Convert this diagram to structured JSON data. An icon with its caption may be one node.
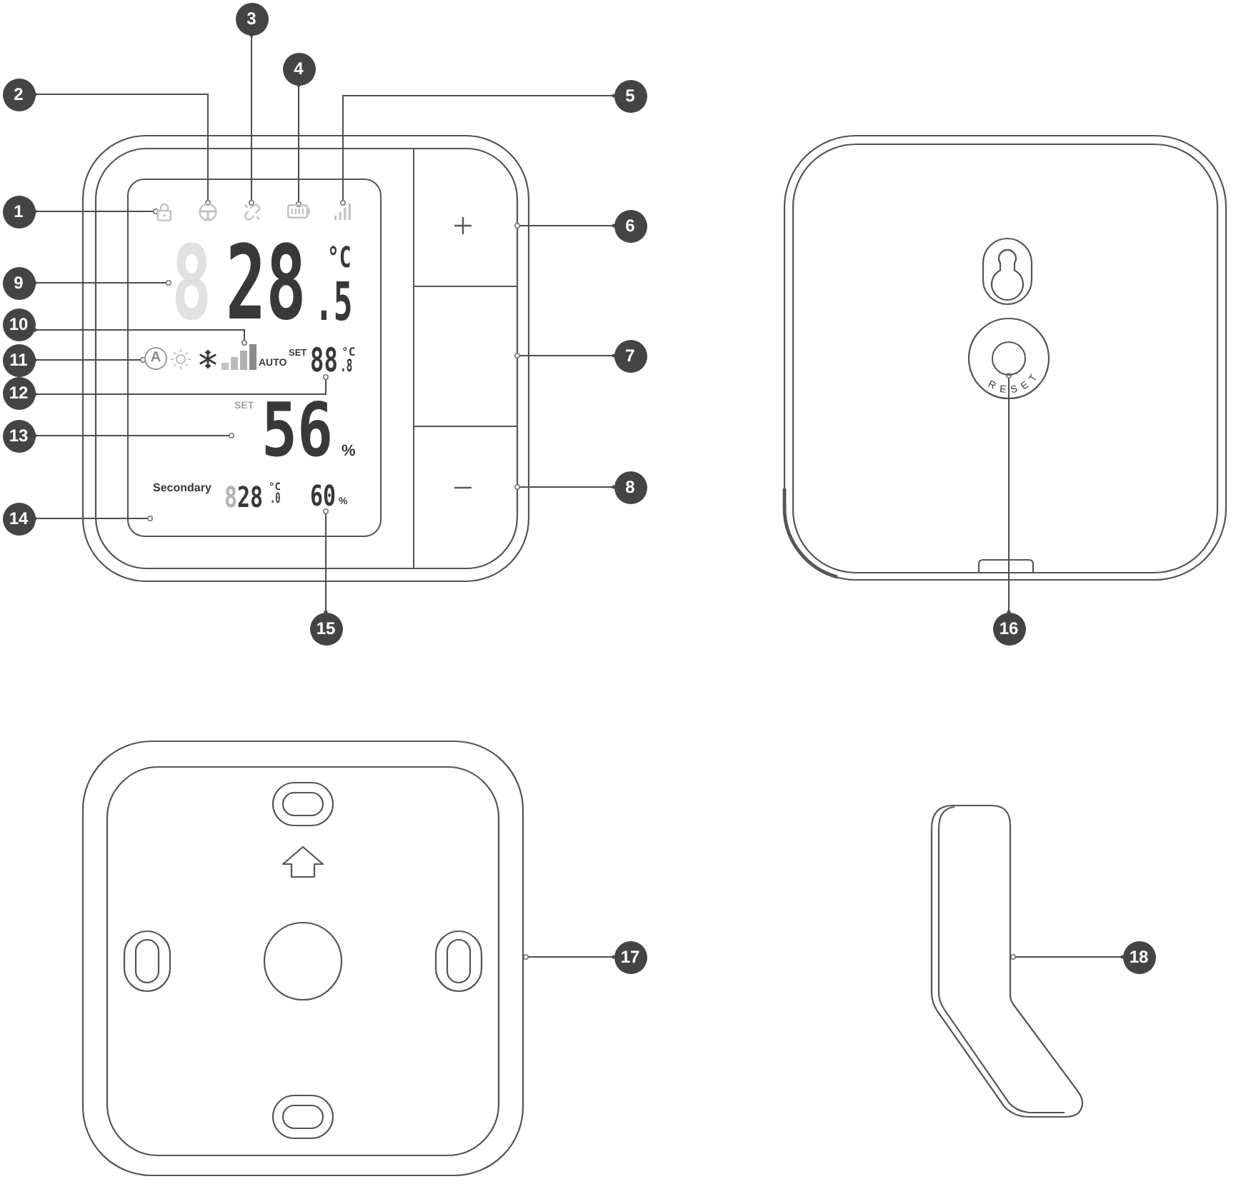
{
  "diagram": {
    "nodes": [
      {
        "text": [
          "1"
        ]
      },
      {
        "text": [
          "2"
        ]
      },
      {
        "text": [
          "3"
        ]
      },
      {
        "text": [
          "4"
        ]
      },
      {
        "text": [
          "5"
        ]
      },
      {
        "text": [
          "6"
        ]
      },
      {
        "text": [
          "7"
        ]
      },
      {
        "text": [
          "8"
        ]
      },
      {
        "text": [
          "9"
        ]
      },
      {
        "text": [
          "10"
        ]
      },
      {
        "text": [
          "11"
        ]
      },
      {
        "text": [
          "12"
        ]
      },
      {
        "text": [
          "13"
        ]
      },
      {
        "text": [
          "14"
        ]
      },
      {
        "text": [
          "15"
        ]
      },
      {
        "text": [
          "16"
        ]
      },
      {
        "text": [
          "17"
        ]
      },
      {
        "text": [
          "18"
        ]
      },
      {
        "text": [],
        "shape": "picture"
      },
      {
        "text": [],
        "shape": "picture"
      },
      {
        "text": [],
        "shape": "picture"
      },
      {
        "text": [],
        "shape": "picture"
      },
      {
        "text": [],
        "shape": "picture"
      },
      {
        "text": [],
        "shape": "box"
      },
      {
        "text": [],
        "shape": "box"
      },
      {
        "text": [],
        "shape": "box"
      },
      {
        "text": [
          "8",
          "28",
          "°C",
          ".5"
        ]
      },
      {
        "text": [
          "A"
        ]
      },
      {
        "text": [
          "AUTO"
        ]
      },
      {
        "text": [
          "SET",
          "88",
          "°C",
          ".8"
        ]
      },
      {
        "text": [
          "SET",
          "56",
          "%"
        ]
      },
      {
        "text": [
          "Secondary",
          "8",
          "28",
          "°C",
          ".0"
        ]
      },
      {
        "text": [
          "60",
          "%"
        ],
        "in": 31
      },
      {
        "text": [],
        "shape": "circle"
      },
      {
        "text": [],
        "shape": "picture"
      },
      {
        "text": [],
        "shape": "picture"
      }
    ],
    "edges": [
      {
        "from": 0,
        "to": 18,
        "arrow": "other"
      },
      {
        "from": 1,
        "to": 19,
        "arrow": "other"
      },
      {
        "from": 2,
        "to": 20,
        "arrow": "other"
      },
      {
        "from": 3,
        "to": 21,
        "arrow": "other"
      },
      {
        "from": 4,
        "to": 22,
        "arrow": "other"
      },
      {
        "from": 5,
        "to": 23,
        "arrow": "other"
      },
      {
        "from": 6,
        "to": 24,
        "arrow": "other"
      },
      {
        "from": 7,
        "to": 25,
        "arrow": "other"
      },
      {
        "from": 8,
        "to": 26,
        "arrow": "other"
      },
      {
        "from": 9,
        "to": 28,
        "arrow": "other"
      },
      {
        "from": 10,
        "to": 27,
        "arrow": "other"
      },
      {
        "from": 11,
        "to": 29,
        "arrow": "other"
      },
      {
        "from": 12,
        "to": 30,
        "arrow": "other"
      },
      {
        "from": 13,
        "to": 31,
        "arrow": "other"
      },
      {
        "from": 14,
        "to": 32,
        "arrow": "other"
      },
      {
        "from": 15,
        "to": 33,
        "arrow": "other"
      },
      {
        "from": 16,
        "to": 34,
        "arrow": "other"
      },
      {
        "from": 17,
        "to": 35,
        "arrow": "other"
      }
    ],
    "labels": [
      "RESET"
    ]
  }
}
